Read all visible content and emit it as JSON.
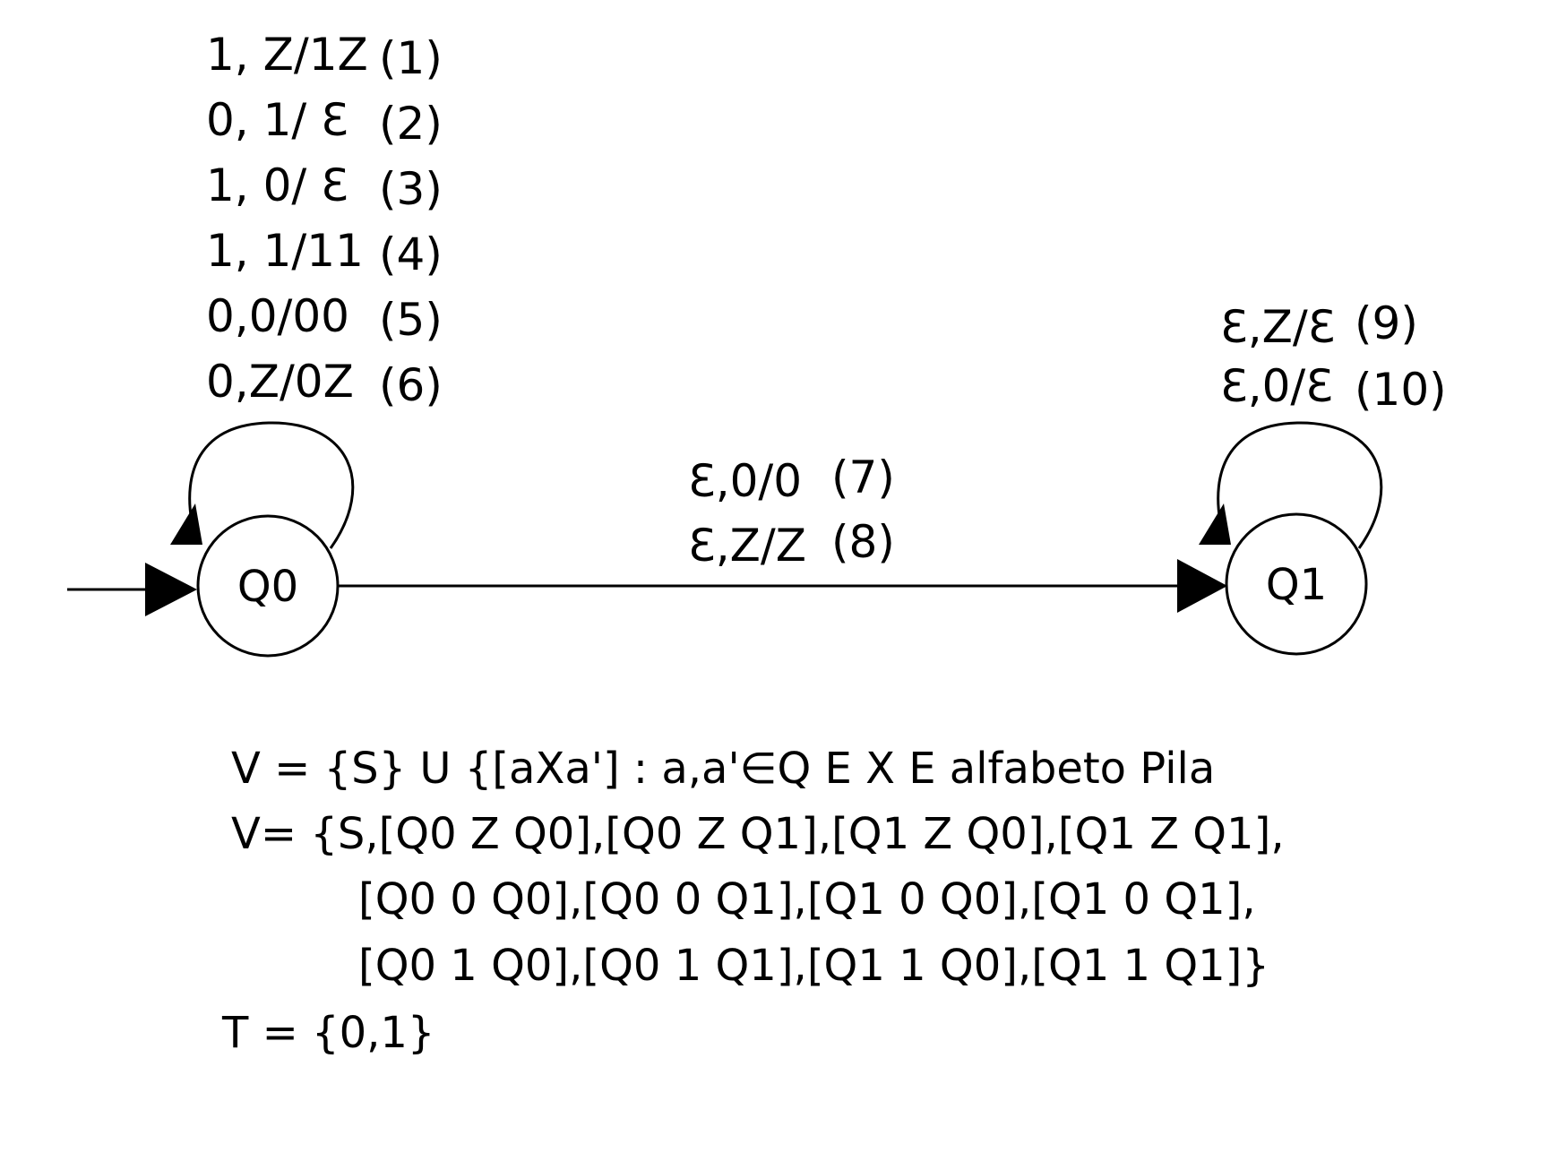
{
  "states": [
    {
      "id": "q0",
      "label": "Q0"
    },
    {
      "id": "q1",
      "label": "Q1"
    }
  ],
  "loop_q0": {
    "rules": [
      {
        "rule": "1, Z/1Z",
        "num": "(1)"
      },
      {
        "rule": "0, 1/ Ɛ",
        "num": "(2)"
      },
      {
        "rule": "1, 0/ Ɛ",
        "num": "(3)"
      },
      {
        "rule": "1, 1/11",
        "num": "(4)"
      },
      {
        "rule": "0,0/00",
        "num": "(5)"
      },
      {
        "rule": "0,Z/0Z",
        "num": "(6)"
      }
    ]
  },
  "edge_q0_q1": {
    "rules": [
      {
        "rule": "Ɛ,0/0",
        "num": "(7)"
      },
      {
        "rule": "Ɛ,Z/Z",
        "num": "(8)"
      }
    ]
  },
  "loop_q1": {
    "rules": [
      {
        "rule": "Ɛ,Z/Ɛ",
        "num": "(9)"
      },
      {
        "rule": "Ɛ,0/Ɛ",
        "num": "(10)"
      }
    ]
  },
  "definitions": [
    "V = {S} U {[aXa'] : a,a'∈Q E X E alfabeto Pila",
    "V= {S,[Q0 Z Q0],[Q0 Z Q1],[Q1 Z Q0],[Q1 Z Q1],",
    "[Q0 0 Q0],[Q0 0 Q1],[Q1 0 Q0],[Q1 0 Q1],",
    "[Q0 1 Q0],[Q0 1 Q1],[Q1 1 Q0],[Q1 1 Q1]}",
    "T = {0,1}"
  ]
}
